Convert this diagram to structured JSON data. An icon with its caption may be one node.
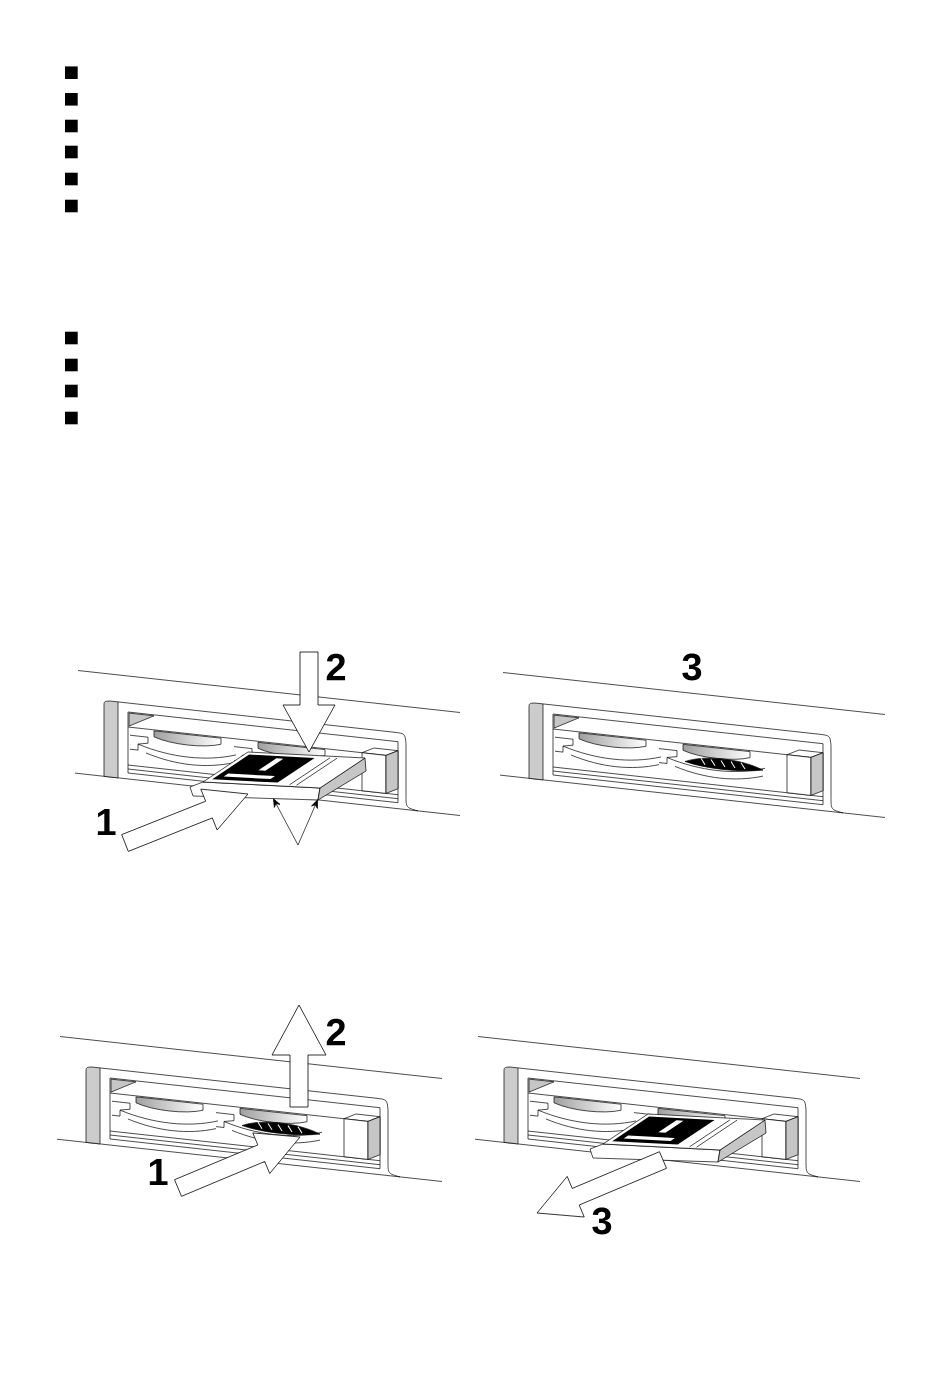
{
  "diagram": {
    "labels": [
      "2",
      "1",
      "3",
      "2",
      "1",
      "3"
    ]
  }
}
